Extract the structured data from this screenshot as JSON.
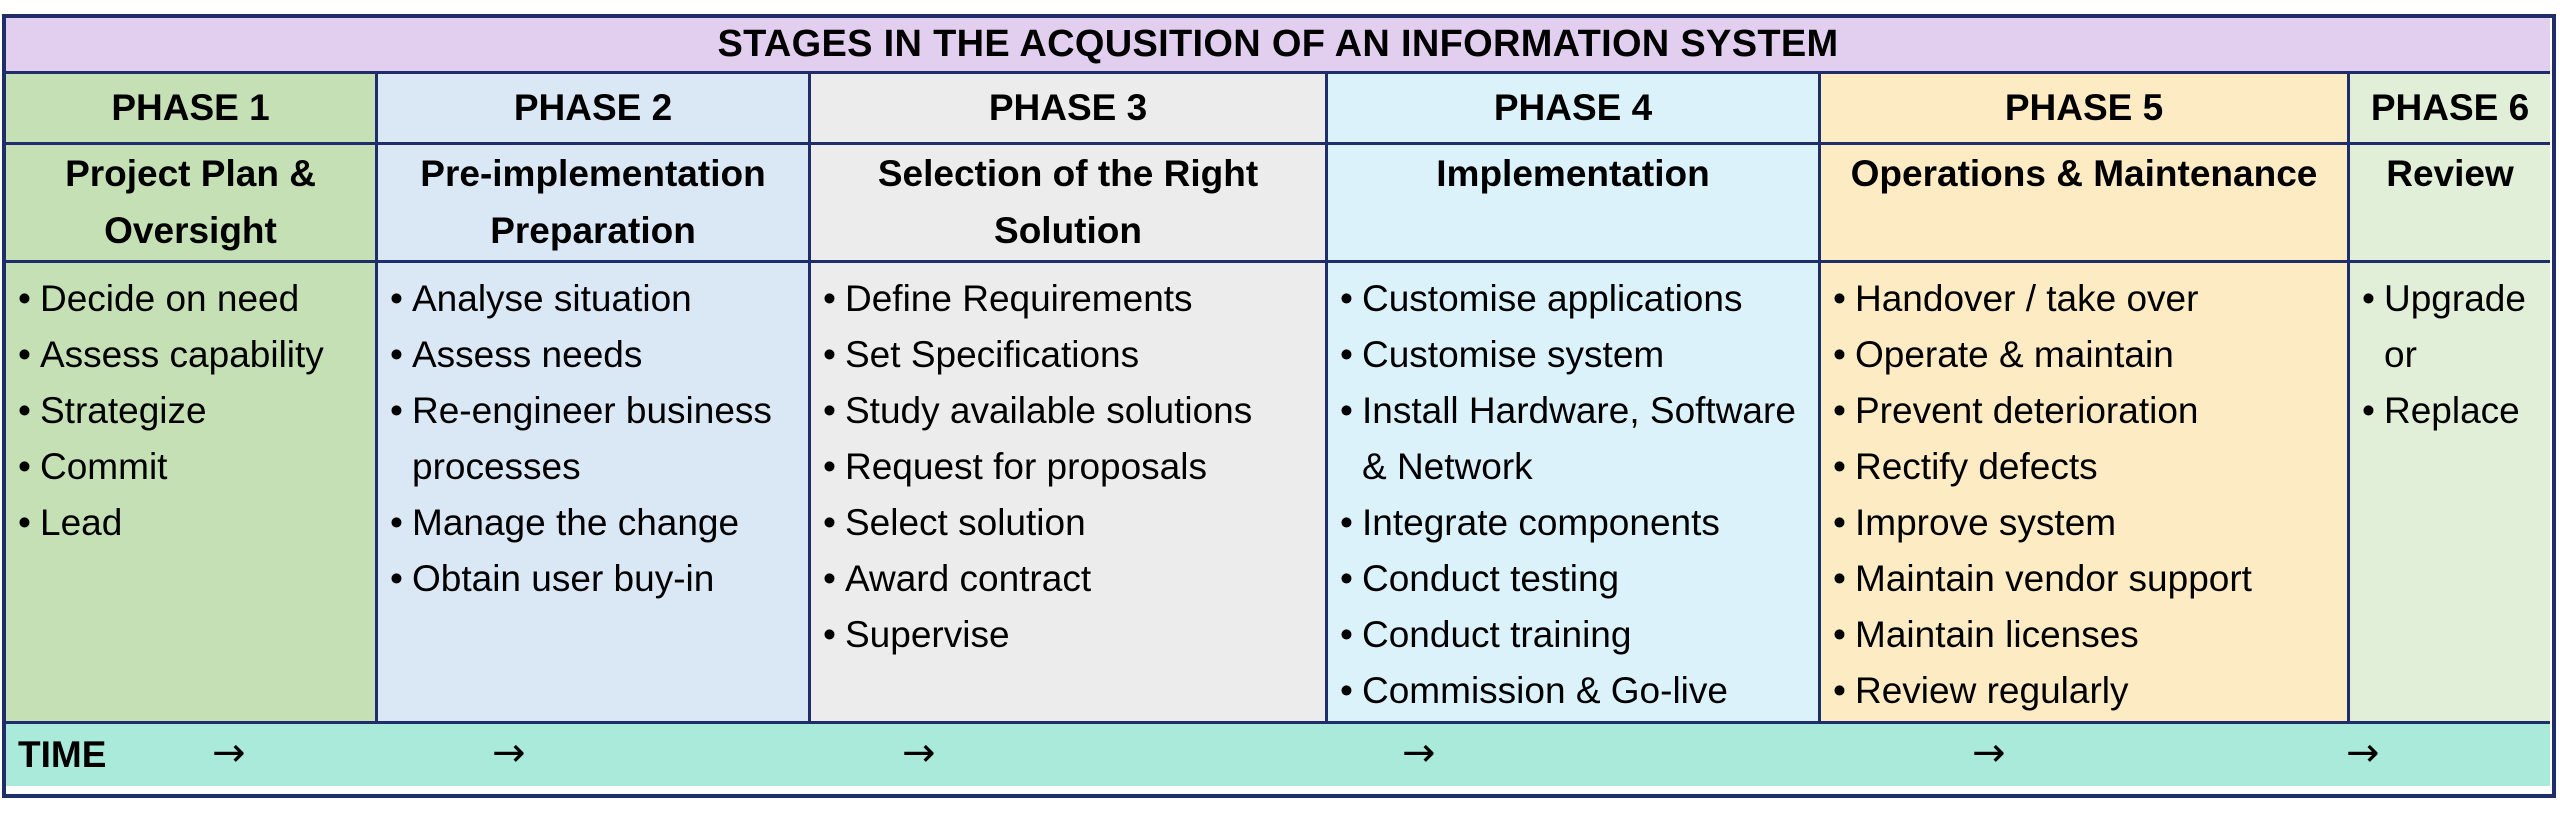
{
  "title": "STAGES IN THE ACQUSITION OF AN INFORMATION SYSTEM",
  "phases": [
    {
      "phase": "PHASE 1",
      "name": "Project Plan & Oversight",
      "items": [
        "Decide on need",
        "Assess capability",
        "Strategize",
        "Commit",
        "Lead"
      ],
      "color": "#c5e0b4"
    },
    {
      "phase": "PHASE 2",
      "name": "Pre-implementation Preparation",
      "items": [
        "Analyse situation",
        "Assess needs",
        "Re-engineer business processes",
        "Manage the change",
        "Obtain user buy-in"
      ],
      "color": "#dae7f4"
    },
    {
      "phase": "PHASE 3",
      "name": "Selection of the Right Solution",
      "items": [
        "Define Requirements",
        "Set Specifications",
        "Study available solutions",
        "Request for proposals",
        "Select solution",
        "Award contract",
        "Supervise"
      ],
      "color": "#ececec"
    },
    {
      "phase": "PHASE 4",
      "name": "Implementation",
      "items": [
        "Customise applications",
        "Customise system",
        "Install Hardware, Software & Network",
        "Integrate components",
        "Conduct testing",
        "Conduct training",
        "Commission & Go-live"
      ],
      "color": "#dcf2fb"
    },
    {
      "phase": "PHASE 5",
      "name": "Operations & Maintenance",
      "items": [
        "Handover / take over",
        "Operate & maintain",
        "Prevent deterioration",
        "Rectify defects",
        "Improve system",
        "Maintain vendor support",
        "Maintain licenses",
        "Review regularly"
      ],
      "color": "#fdebc4"
    },
    {
      "phase": "PHASE 6",
      "name": "Review",
      "items": [
        "Upgrade or",
        "Replace"
      ],
      "color": "#e1efd8"
    }
  ],
  "time": {
    "label": "TIME",
    "arrow": "→"
  }
}
